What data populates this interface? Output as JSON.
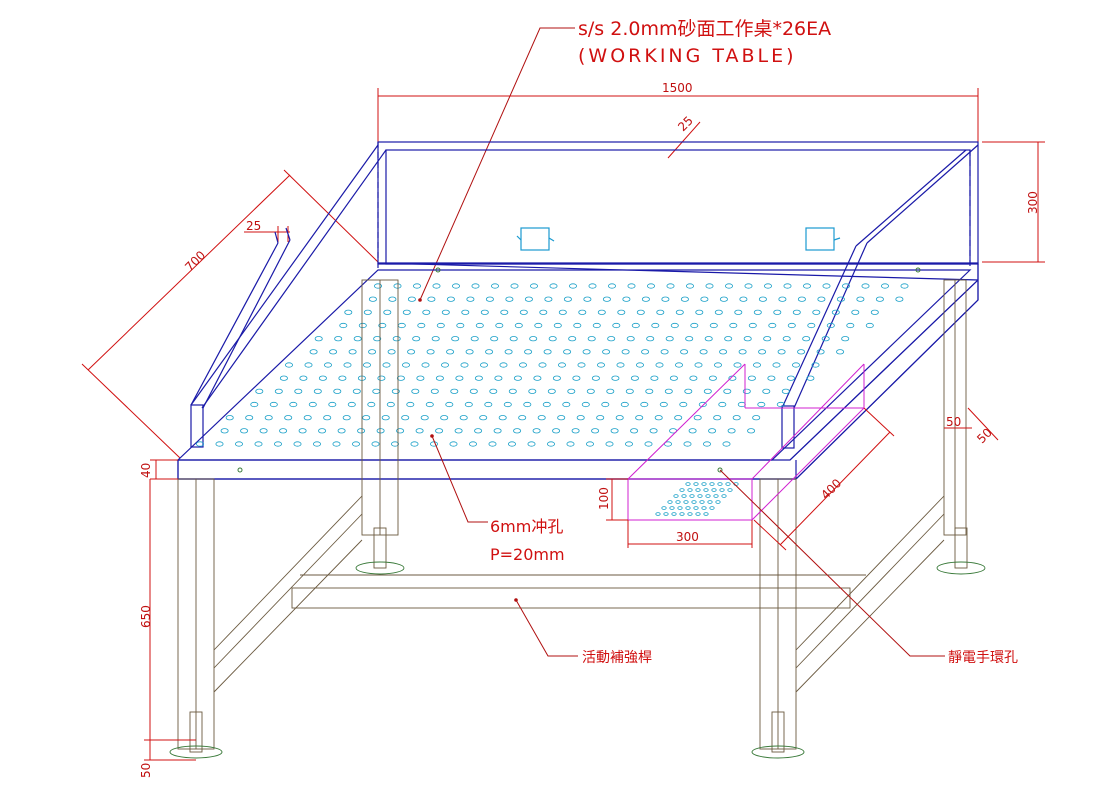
{
  "title": {
    "line1": "s/s 2.0mm砂面工作桌*26EA",
    "line2": "(WORKING TABLE)"
  },
  "dimensions": {
    "width": "1500",
    "backrail_tube": "25",
    "side_tube": "25",
    "depth": "700",
    "back_height": "300",
    "top_thickness": "40",
    "leg_height": "650",
    "foot_height": "50",
    "leg_section_a": "50",
    "leg_section_b": "50",
    "drawer_depth": "400",
    "drawer_height": "100",
    "drawer_width": "300"
  },
  "annotations": {
    "perforation_line1": "6mm冲孔",
    "perforation_line2": "P=20mm",
    "brace": "活動補強桿",
    "esd_hole": "靜電手環孔"
  }
}
